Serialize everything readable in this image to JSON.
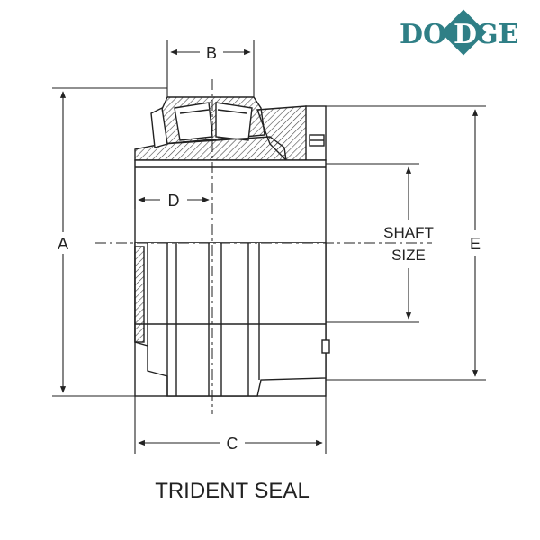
{
  "brand": {
    "name_left": "DO",
    "name_mid": "D",
    "name_right": "GE",
    "color": "#2f7f86",
    "diamond_color": "#2f7f86"
  },
  "labels": {
    "A": "A",
    "B": "B",
    "C": "C",
    "D": "D",
    "E": "E",
    "shaft_line1": "SHAFT",
    "shaft_line2": "SIZE"
  },
  "caption": "TRIDENT SEAL",
  "colors": {
    "ink": "#222222",
    "hatch": "#555555"
  }
}
